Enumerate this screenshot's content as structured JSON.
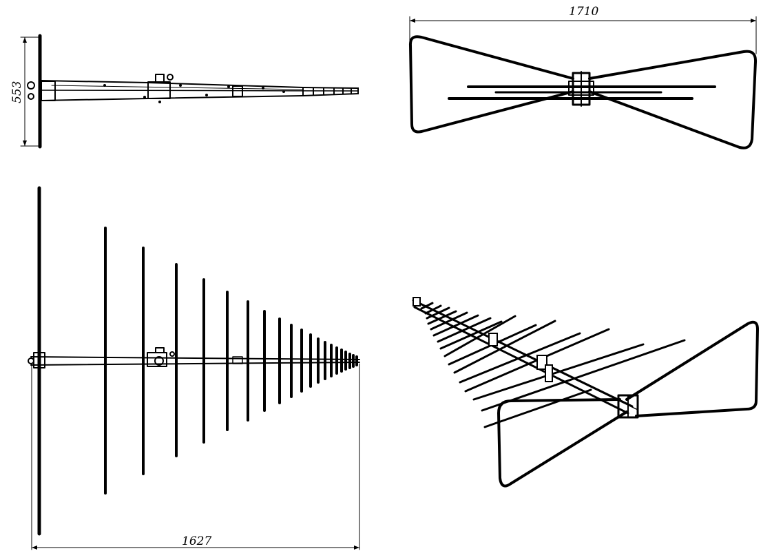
{
  "drawing": {
    "dimensions": {
      "side_height": "553",
      "top_width": "1710",
      "front_length": "1627"
    },
    "line_color": "#000000",
    "background_color": "#ffffff"
  }
}
